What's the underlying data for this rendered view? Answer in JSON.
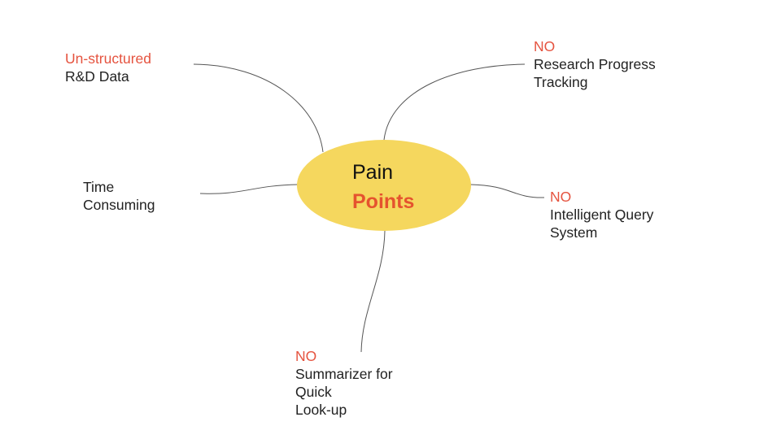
{
  "center": {
    "line1": "Pain",
    "line2": "Points"
  },
  "colors": {
    "bubble": "#f5d75e",
    "accent": "#e5533f",
    "text": "#222222",
    "connector": "#555555"
  },
  "nodes": [
    {
      "id": "unstructured",
      "accent": "Un-structured",
      "lines": [
        "R&D Data"
      ]
    },
    {
      "id": "research-tracking",
      "accent": "NO",
      "lines": [
        "Research Progress",
        "Tracking"
      ]
    },
    {
      "id": "time-consuming",
      "accent": "",
      "lines": [
        "Time",
        "Consuming"
      ]
    },
    {
      "id": "query-system",
      "accent": "NO",
      "lines": [
        "Intelligent Query",
        "System"
      ]
    },
    {
      "id": "summarizer",
      "accent": "NO",
      "lines": [
        "Summarizer for",
        "Quick",
        "Look-up"
      ]
    }
  ]
}
